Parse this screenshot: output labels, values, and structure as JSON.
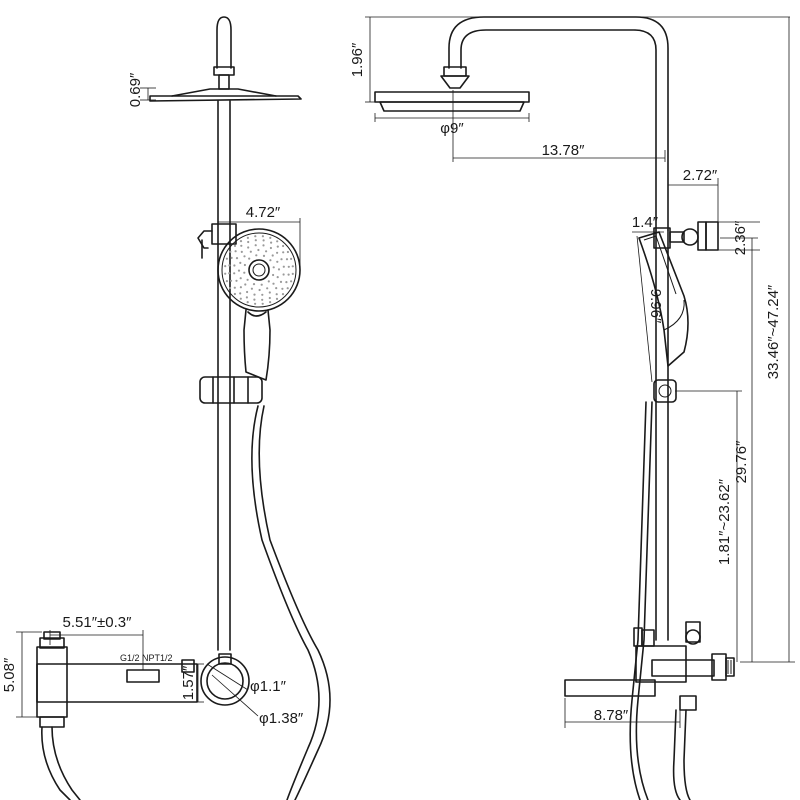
{
  "dimensions": {
    "head_thickness": "0.69″",
    "arm_height": "1.96″",
    "head_diameter": "φ9″",
    "arm_reach": "13.78″",
    "wall_offset": "2.72″",
    "holder_depth": "2.36″",
    "handheld_width": "4.72″",
    "handheld_top": "1.4″",
    "handheld_length": "9.96″",
    "total_height_range": "33.46″~47.24″",
    "riser_height": "29.76″",
    "slider_range": "1.81″~23.62″",
    "mixer_width": "5.51″±0.3″",
    "mixer_height": "5.08″",
    "outlet_height": "1.57″",
    "pipe_inner": "φ1.1″",
    "pipe_outer": "φ1.38″",
    "spout_length": "8.78″",
    "valve_mark": "G1/2 NPT1/2"
  }
}
